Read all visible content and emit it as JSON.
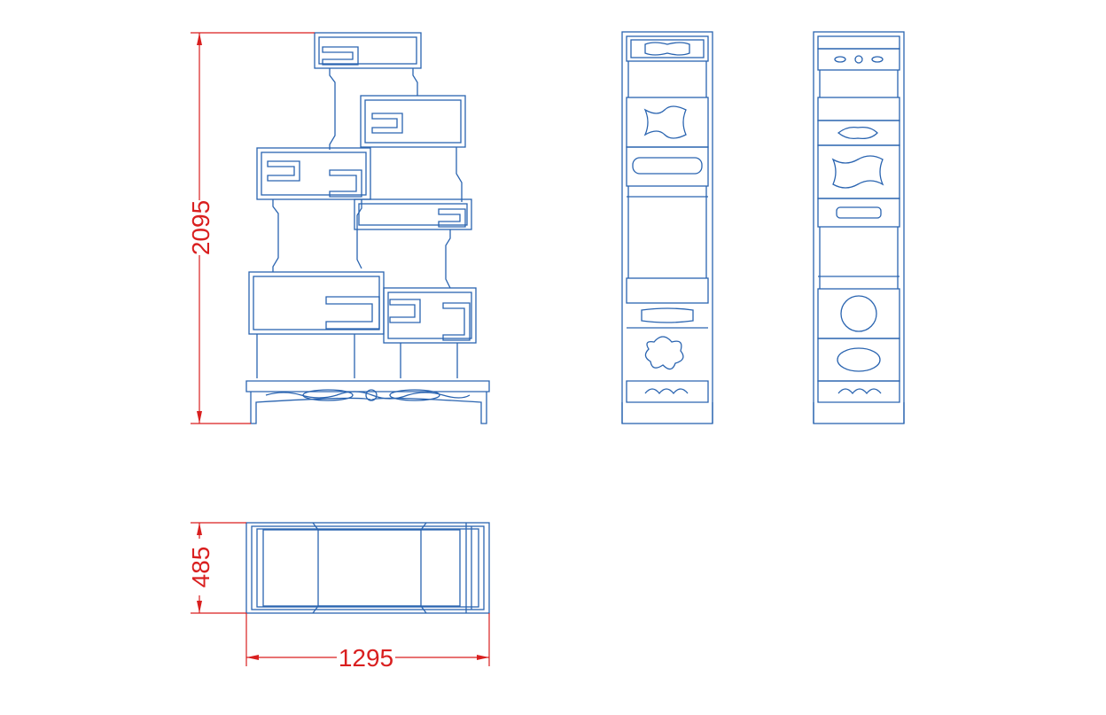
{
  "colors": {
    "line": "#2a64b0",
    "dimension": "#d91f1f",
    "background": "#ffffff"
  },
  "dimensions": {
    "height": "2095",
    "depth": "485",
    "width": "1295"
  }
}
